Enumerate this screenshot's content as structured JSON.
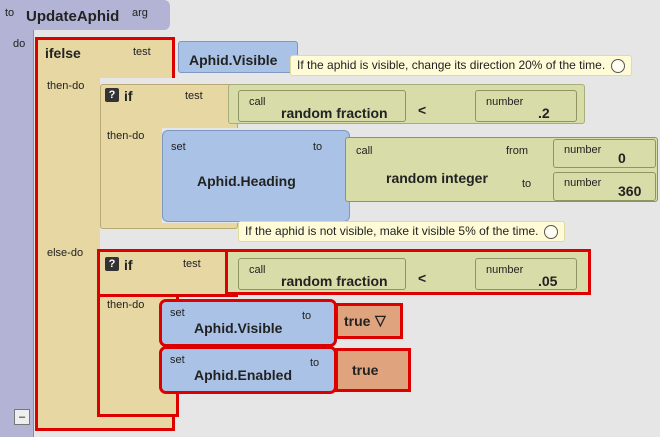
{
  "procedure": {
    "to_label": "to",
    "name": "UpdateAphid",
    "arg_label": "arg",
    "do_label": "do",
    "collapse_label": "–"
  },
  "ifelse": {
    "label": "ifelse",
    "test_label": "test",
    "then_label": "then-do",
    "else_label": "else-do"
  },
  "aphid_visible_getter": "Aphid.Visible",
  "comment1": "If the aphid is visible, change its direction 20% of the time.",
  "comment2": "If the aphid is not visible, make it visible 5% of the time.",
  "if1": {
    "q": "?",
    "label": "if",
    "test_label": "test",
    "then_label": "then-do"
  },
  "cmp1": {
    "call_label": "call",
    "func": "random fraction",
    "op": "<",
    "number_label": "number",
    "value": ".2"
  },
  "set_heading": {
    "set_label": "set",
    "name": "Aphid.Heading",
    "to_label": "to",
    "call_label": "call",
    "func": "random integer",
    "from_label": "from",
    "to_arg_label": "to",
    "number_label": "number",
    "from_value": "0",
    "to_value": "360"
  },
  "if2": {
    "q": "?",
    "label": "if",
    "test_label": "test",
    "then_label": "then-do"
  },
  "cmp2": {
    "call_label": "call",
    "func": "random fraction",
    "op": "<",
    "number_label": "number",
    "value": ".05"
  },
  "set_visible": {
    "set_label": "set",
    "name": "Aphid.Visible",
    "to_label": "to",
    "value": "true",
    "dropdown": "▽"
  },
  "set_enabled": {
    "set_label": "set",
    "name": "Aphid.Enabled",
    "to_label": "to",
    "value": "true"
  },
  "colors": {
    "procedure": "#b3b3d6",
    "control": "#e6d7a3",
    "logic": "#d7dca8",
    "setter": "#a9c2e6",
    "boolean": "#dfa37e",
    "highlight": "#dd0000",
    "comment": "#fffbd6"
  }
}
